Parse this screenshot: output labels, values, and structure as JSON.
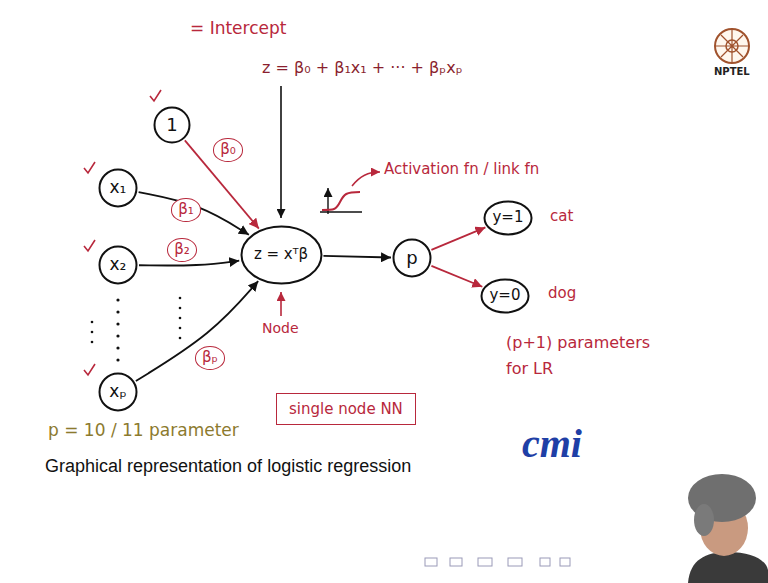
{
  "diagram": {
    "caption": "Graphical representation of logistic regression",
    "nodes": [
      {
        "text": [
          "1"
        ]
      },
      {
        "text": [
          "x₁"
        ]
      },
      {
        "text": [
          "x₂"
        ]
      },
      {
        "text": [
          "xₚ"
        ]
      },
      {
        "text": [
          "z = xᵀβ"
        ]
      },
      {
        "text": [
          "p"
        ]
      },
      {
        "text": [
          "y=1"
        ]
      },
      {
        "text": [
          "y=0"
        ]
      }
    ],
    "edges": [
      {
        "from": 0,
        "to": 4,
        "arrow": "to",
        "label": "β₀"
      },
      {
        "from": 1,
        "to": 4,
        "arrow": "to",
        "label": "β₁"
      },
      {
        "from": 2,
        "to": 4,
        "arrow": "to",
        "label": "β₂"
      },
      {
        "from": 3,
        "to": 4,
        "arrow": "to",
        "label": "βₚ"
      },
      {
        "from": 4,
        "to": 5,
        "arrow": "to"
      },
      {
        "from": 5,
        "to": 6,
        "arrow": "to"
      },
      {
        "from": 5,
        "to": 7,
        "arrow": "to"
      }
    ],
    "labels": [
      "= Intercept",
      "z = β₀ + β₁x₁ + ··· + βₚxₚ",
      "Activation fn / link fn",
      "Node",
      "cat",
      "dog",
      "(p+1) parameters for LR",
      "single node NN",
      "p = 10 / 11 parameter",
      "cmi",
      "NPTEL"
    ]
  }
}
